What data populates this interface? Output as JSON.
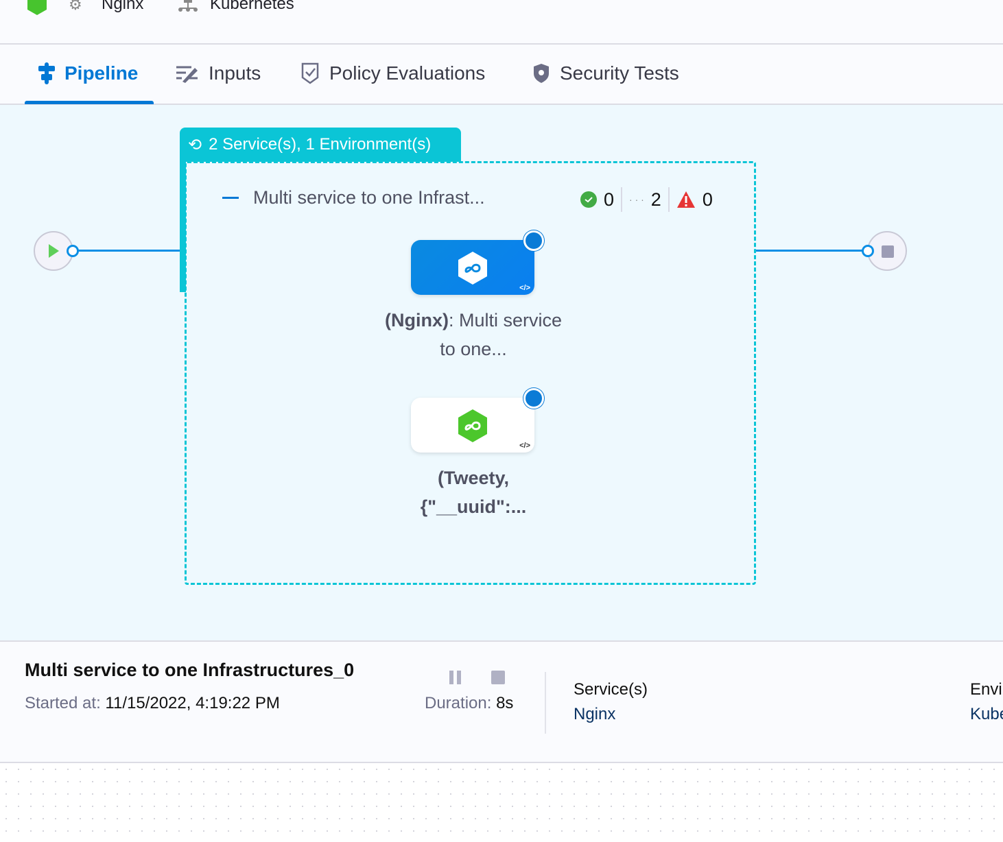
{
  "header": {
    "service_name": "Nginx",
    "infrastructure_name": "Kubernetes"
  },
  "tabs": [
    {
      "label": "Pipeline",
      "active": true
    },
    {
      "label": "Inputs"
    },
    {
      "label": "Policy Evaluations"
    },
    {
      "label": "Security Tests"
    }
  ],
  "stage_group": {
    "title": "2 Service(s), 1 Environment(s)",
    "name": "Multi service to one Infrast...",
    "counts": {
      "success": "0",
      "running": "2",
      "failed": "0"
    }
  },
  "nodes": [
    {
      "label_bold": "(Nginx)",
      "label_rest": ": Multi service to one...",
      "selected": true
    },
    {
      "label_bold": "(Tweety, {\"__uuid\":...",
      "label_rest": ""
    }
  ],
  "details": {
    "title": "Multi service to one Infrastructures_0",
    "started_label": "Started at",
    "started_value": "11/15/2022, 4:19:22 PM",
    "duration_label": "Duration:",
    "duration_value": "8s",
    "services_label": "Service(s)",
    "services_value": "Nginx",
    "environment_label": "Envi",
    "environment_value": "Kube"
  },
  "colors": {
    "accent": "#0278d5",
    "stage": "#0bc5d6",
    "success": "#42ab45",
    "failed": "#e63535",
    "canvas": "#eef9fe"
  }
}
